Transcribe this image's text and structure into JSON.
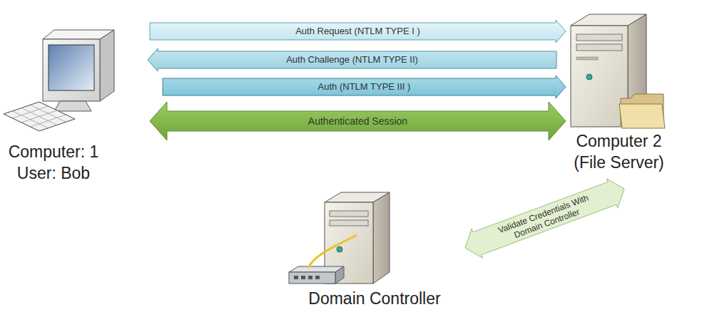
{
  "diagram": {
    "nodes": [
      {
        "text": [
          "Computer: 1 User: Bob"
        ]
      },
      {
        "text": [
          "Computer 2 (File Server)"
        ]
      },
      {
        "text": [
          "Domain Controller"
        ]
      }
    ],
    "edges": [
      {
        "from": 0,
        "to": 1,
        "arrow": "to",
        "label": "Auth Request (NTLM TYPE I )"
      },
      {
        "from": 1,
        "to": 0,
        "arrow": "to",
        "label": "Auth Challenge (NTLM TYPE II)"
      },
      {
        "from": 0,
        "to": 1,
        "arrow": "to",
        "label": "Auth (NTLM TYPE III )"
      },
      {
        "from": 0,
        "to": 1,
        "arrow": "both",
        "label": "Authenticated Session"
      },
      {
        "from": 1,
        "to": 2,
        "arrow": "both",
        "label": "Validate Credentials With Domain Controller"
      }
    ]
  }
}
